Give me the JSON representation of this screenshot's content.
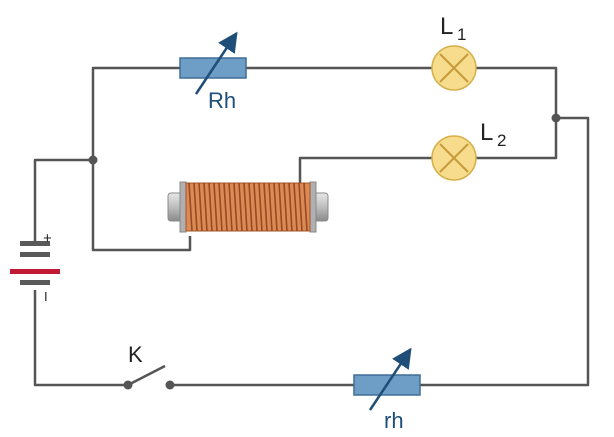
{
  "labels": {
    "rheostat_main": "Rh",
    "rheostat_lower": "rh",
    "lamp1_letter": "L",
    "lamp1_sub": "1",
    "lamp2_letter": "L",
    "lamp2_sub": "2",
    "switch": "K",
    "battery_plus": "+",
    "battery_minus": "I"
  },
  "colors": {
    "wire": "#555555",
    "resistor_fill": "#6e9ec6",
    "resistor_stroke": "#3f6f96",
    "lamp_fill": "#f6dc8c",
    "lamp_stroke": "#d6b04a",
    "coil": "#c0632f",
    "battery_plate": "#5a5a5a",
    "battery_plate_neg": "#c01a35"
  },
  "icons": {
    "lamp": "lamp-cross-icon",
    "rheostat": "variable-resistor-icon",
    "coil": "solenoid-coil-icon",
    "battery": "battery-icon",
    "switch": "open-switch-icon"
  }
}
